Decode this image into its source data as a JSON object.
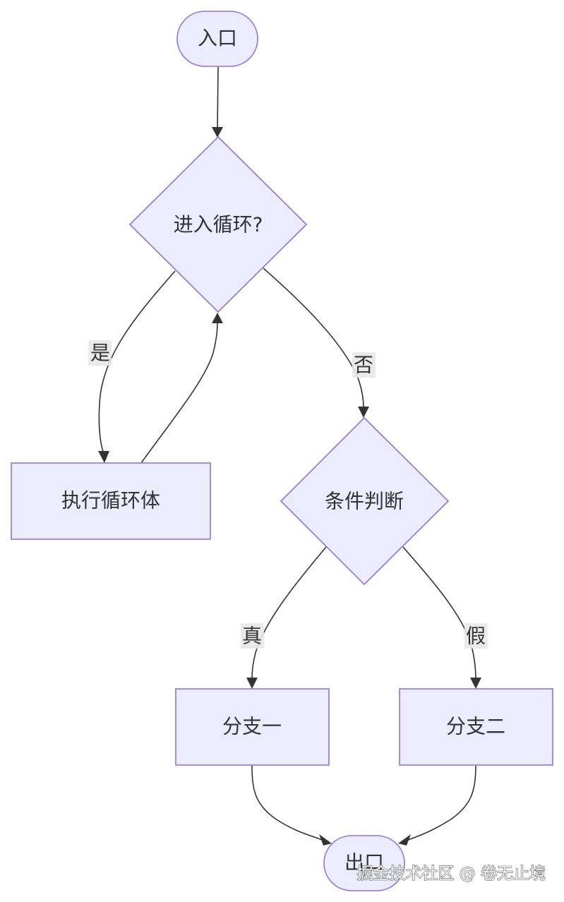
{
  "nodes": {
    "entry": "入口",
    "loop_check": "进入循环?",
    "loop_body": "执行循环体",
    "condition": "条件判断",
    "branch_one": "分支一",
    "branch_two": "分支二",
    "exit": "出口"
  },
  "edges": {
    "yes": "是",
    "no": "否",
    "true": "真",
    "false": "假"
  },
  "watermark": "掘金技术社区 @ 卷无止境",
  "colors": {
    "node_fill": "#ececff",
    "node_stroke": "#9370db",
    "edge": "#333333",
    "label_bg": "#e8e8e8"
  }
}
